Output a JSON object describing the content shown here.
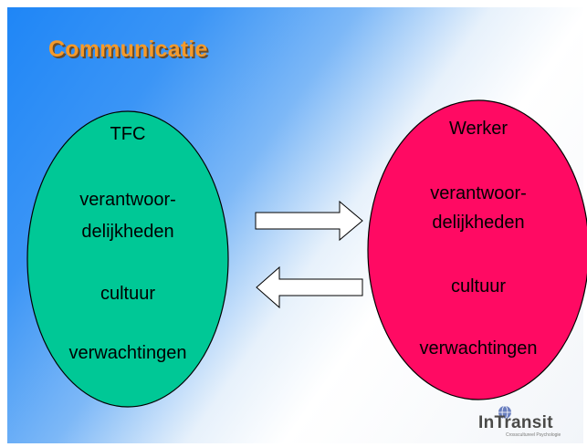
{
  "title": "Communicatie",
  "left": {
    "heading": "TFC",
    "line1": "verantwoor-",
    "line2": "delijkheden",
    "line3": "cultuur",
    "line4": "verwachtingen",
    "color": "#00c896"
  },
  "right": {
    "heading": "Werker",
    "line1": "verantwoor-",
    "line2": "delijkheden",
    "line3": "cultuur",
    "line4": "verwachtingen",
    "color": "#ff0a63"
  },
  "arrows": {
    "top_direction": "right",
    "bottom_direction": "left"
  },
  "logo": {
    "name": "InTransit",
    "subtitle": "Crosscultureel Psychologie",
    "mark": "globe-icon"
  }
}
